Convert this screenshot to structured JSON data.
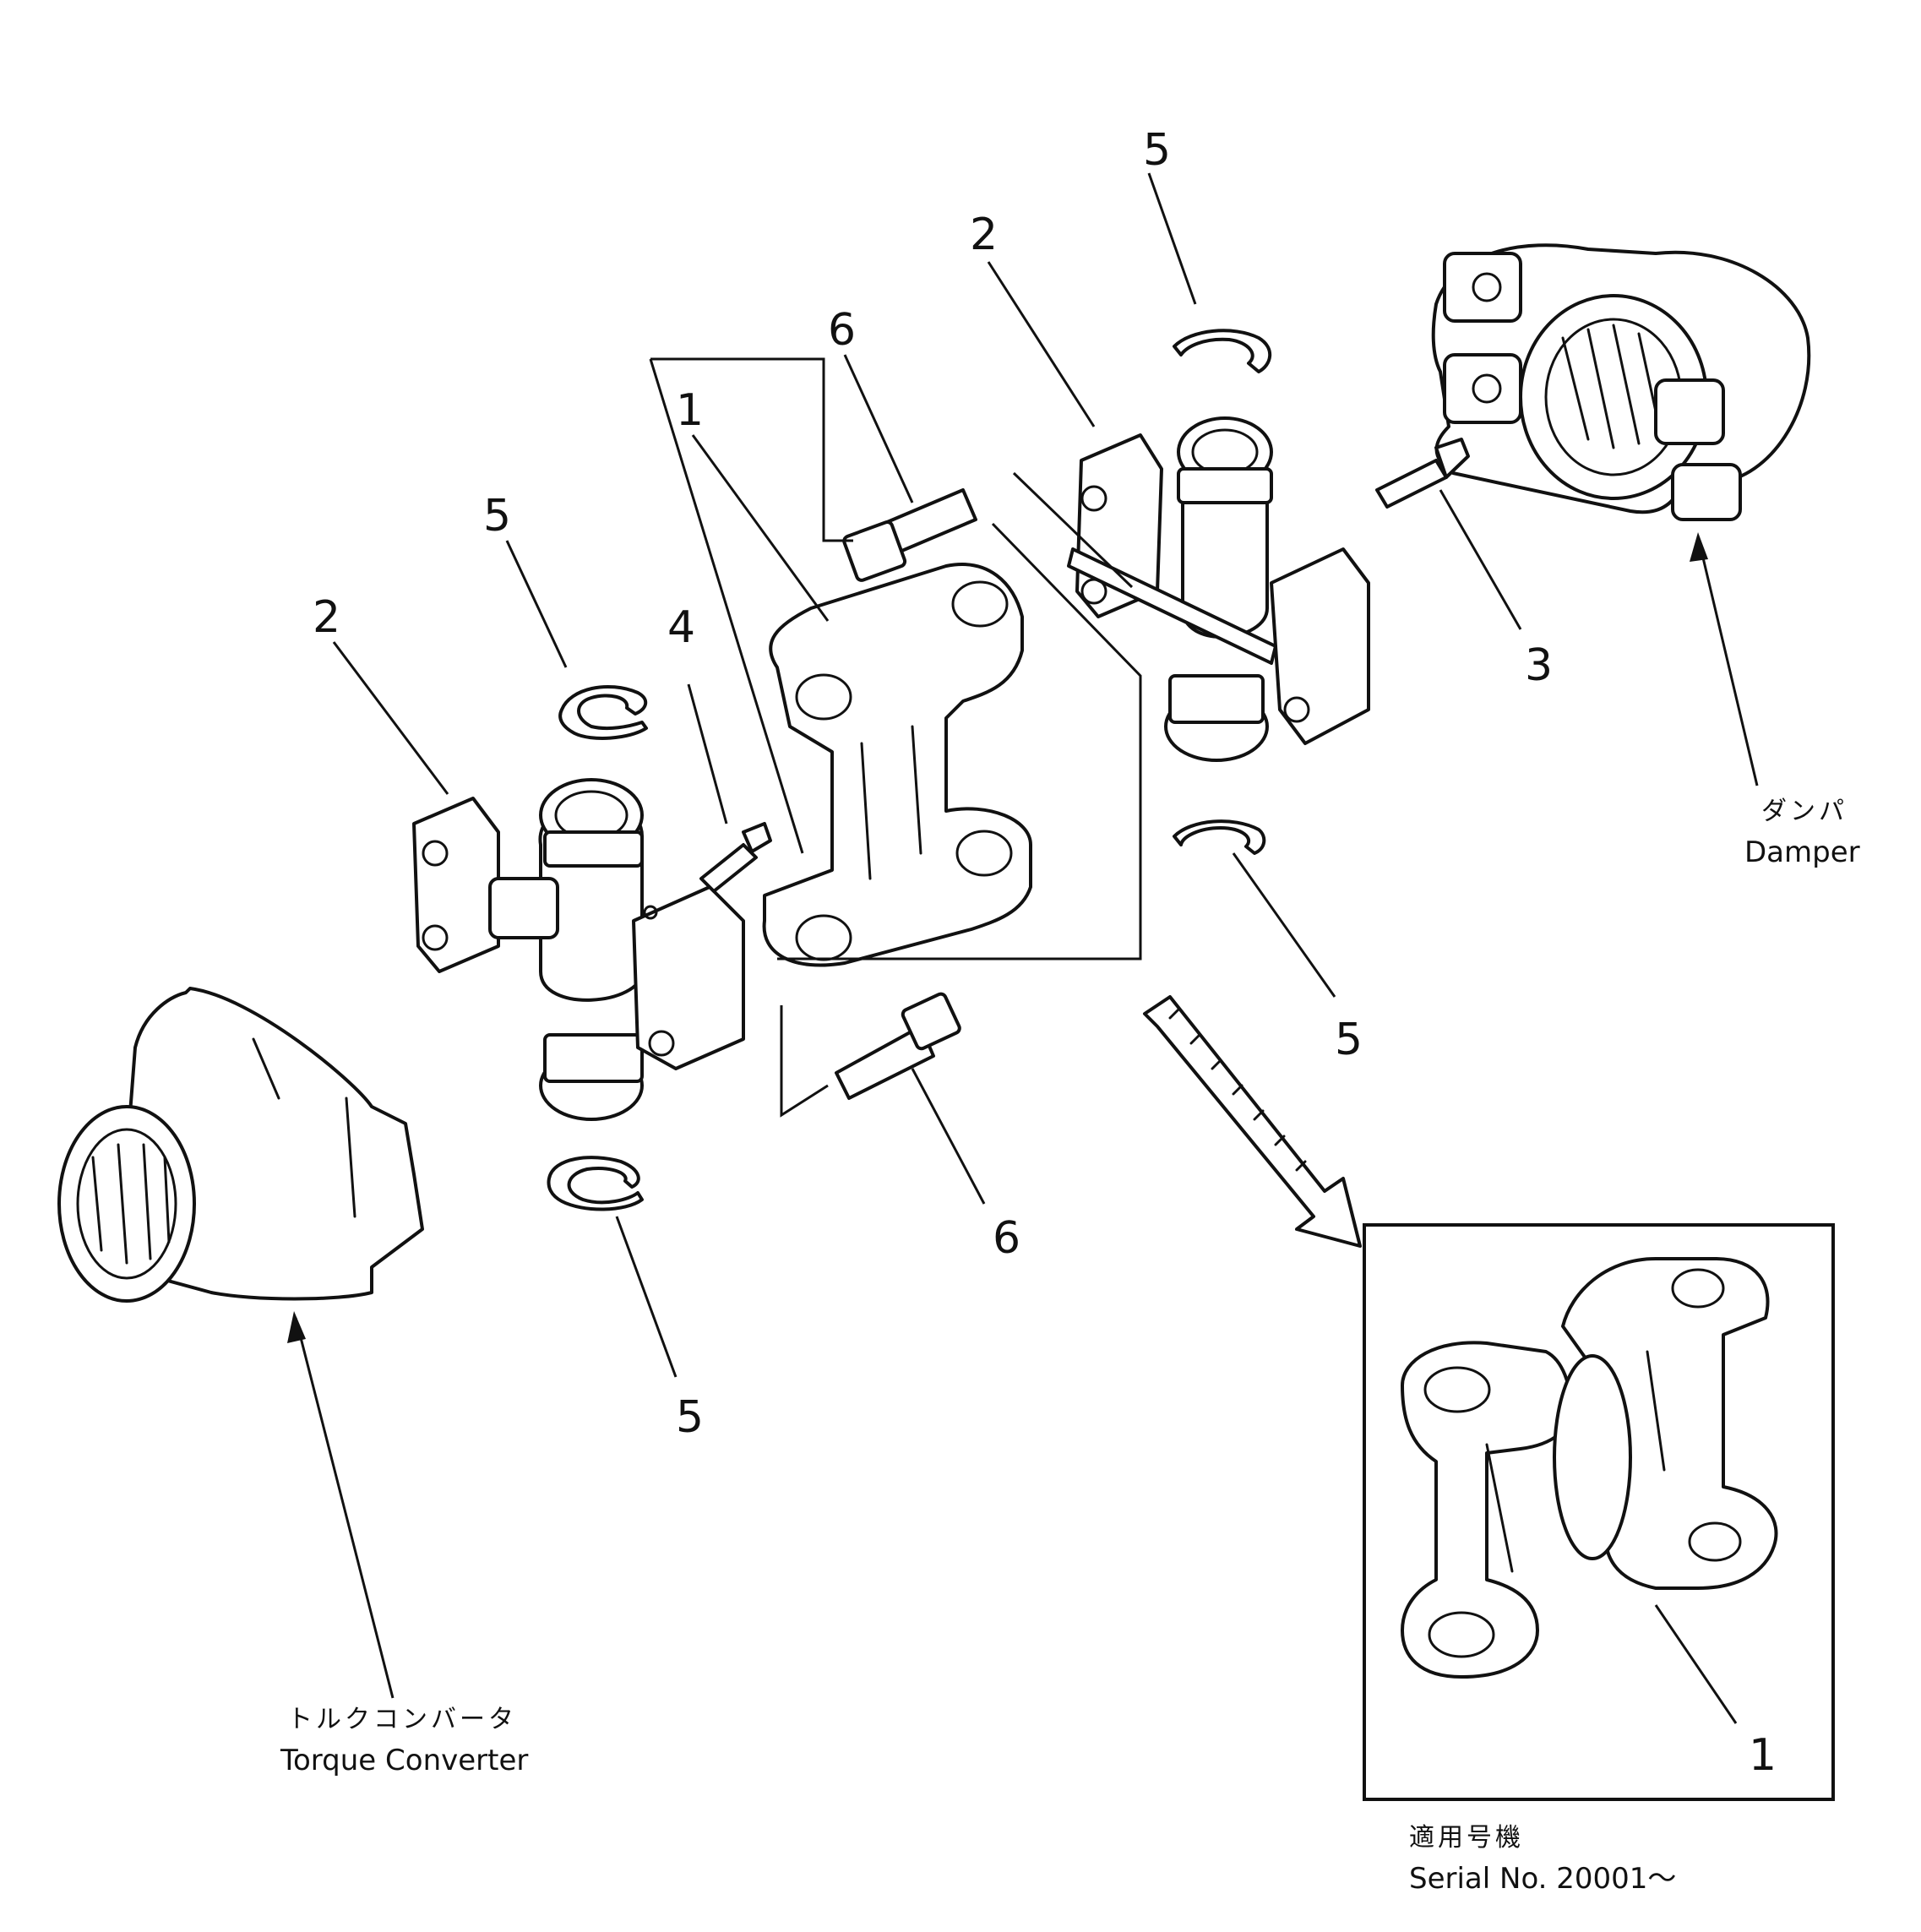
{
  "diagram": {
    "callouts": [
      {
        "id": "c5-top",
        "text": "5"
      },
      {
        "id": "c2-right",
        "text": "2"
      },
      {
        "id": "c6-top",
        "text": "6"
      },
      {
        "id": "c1-top",
        "text": "1"
      },
      {
        "id": "c5-left",
        "text": "5"
      },
      {
        "id": "c2-left",
        "text": "2"
      },
      {
        "id": "c4",
        "text": "4"
      },
      {
        "id": "c3",
        "text": "3"
      },
      {
        "id": "c5-mid-right",
        "text": "5"
      },
      {
        "id": "c6-bottom",
        "text": "6"
      },
      {
        "id": "c5-bottom",
        "text": "5"
      },
      {
        "id": "c1-inset",
        "text": "1"
      }
    ],
    "labels": {
      "damper_jp": "ダンパ",
      "damper_en": "Damper",
      "torque_converter_jp": "トルクコンバータ",
      "torque_converter_en": "Torque Converter",
      "serial_jp": "適用号機",
      "serial_en": "Serial No. 20001～"
    }
  }
}
